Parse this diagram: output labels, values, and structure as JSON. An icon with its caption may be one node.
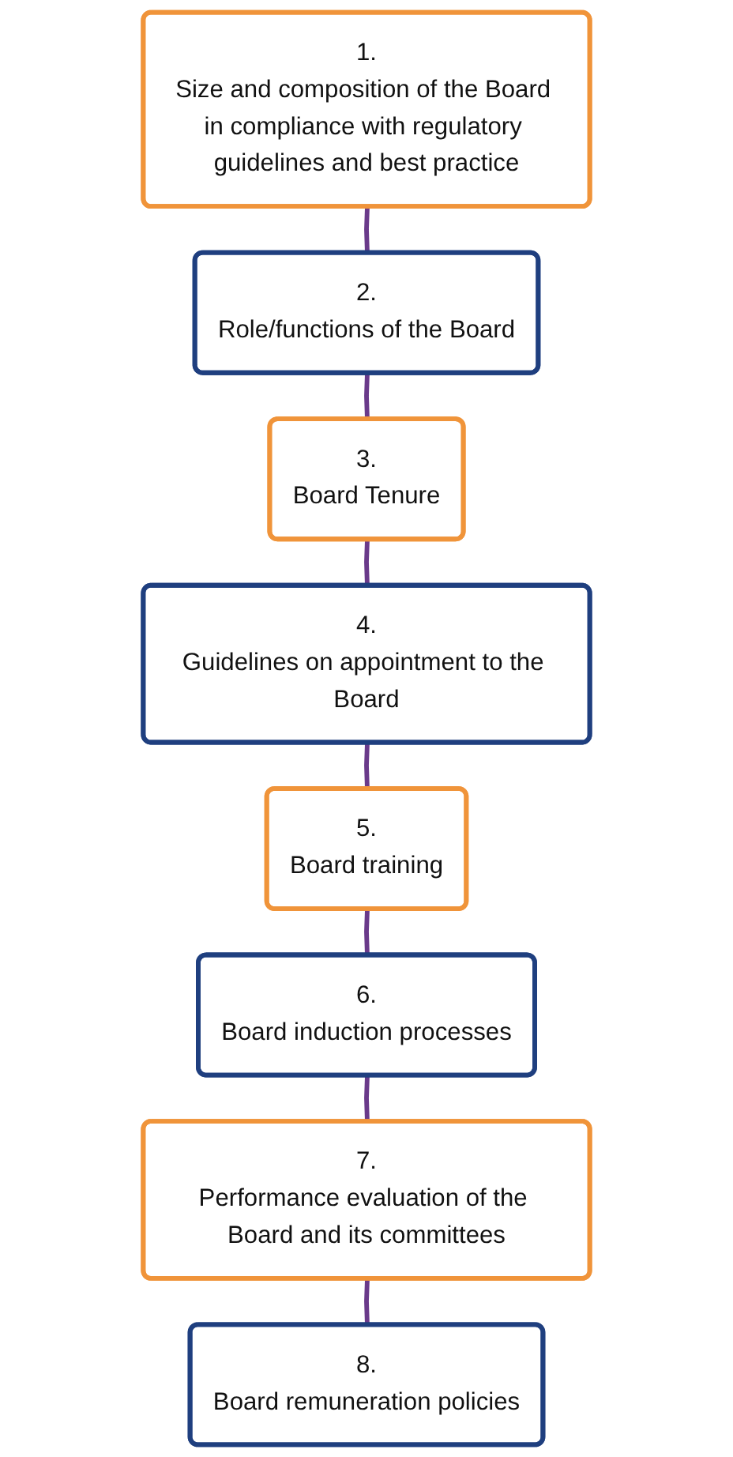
{
  "diagram": {
    "nodes": [
      {
        "text": [
          "1.",
          "Size and composition of the Board in compliance with regulatory guidelines and best practice"
        ]
      },
      {
        "text": [
          "2.",
          "Role/functions of the Board"
        ]
      },
      {
        "text": [
          "3.",
          "Board Tenure"
        ]
      },
      {
        "text": [
          "4.",
          "Guidelines on appointment to the Board"
        ]
      },
      {
        "text": [
          "5.",
          "Board training"
        ]
      },
      {
        "text": [
          "6.",
          "Board induction processes"
        ]
      },
      {
        "text": [
          "7.",
          "Performance evaluation of the Board and its committees"
        ]
      },
      {
        "text": [
          "8.",
          "Board remuneration policies"
        ]
      }
    ],
    "edges": [
      {
        "from": 0,
        "to": 1,
        "arrow": "none"
      },
      {
        "from": 1,
        "to": 2,
        "arrow": "none"
      },
      {
        "from": 2,
        "to": 3,
        "arrow": "none"
      },
      {
        "from": 3,
        "to": 4,
        "arrow": "none"
      },
      {
        "from": 4,
        "to": 5,
        "arrow": "none"
      },
      {
        "from": 5,
        "to": 6,
        "arrow": "none"
      },
      {
        "from": 6,
        "to": 7,
        "arrow": "none"
      }
    ]
  }
}
